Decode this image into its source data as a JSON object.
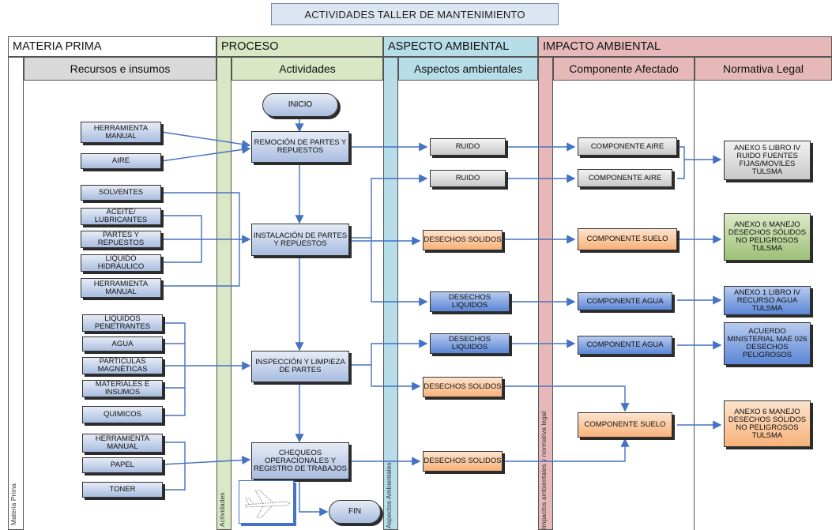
{
  "title": "ACTIVIDADES TALLER DE MANTENIMIENTO",
  "lanes": {
    "materia_prima": "MATERIA PRIMA",
    "proceso": "PROCESO",
    "aspecto": "ASPECTO AMBIENTAL",
    "impacto": "IMPACTO AMBIENTAL"
  },
  "subheaders": {
    "recursos": "Recursos e insumos",
    "actividades": "Actividades",
    "aspectos": "Aspectos ambientales",
    "componente": "Componente Afectado",
    "normativa": "Normativa Legal"
  },
  "vertical_labels": {
    "materia_prima": "Materia Prima",
    "actividades": "Actividades",
    "aspectos": "Aspectos Ambientales",
    "impactos": "Impactos ambientales y normativa legal"
  },
  "resources": [
    "HERRAMIENTA MANUAL",
    "AIRE",
    "SOLVENTES",
    "ACEITE/ LUBRICANTES",
    "PARTES Y REPUESTOS",
    "LIQUIDO HIDRÁULICO",
    "HERRAMIENTA MANUAL",
    "LIQUIDOS PENETRANTES",
    "AGUA",
    "PARTICULAS MAGNÉTICAS",
    "MATERIALES E INSUMOS",
    "QUIMICOS",
    "HERRAMIENTA MANUAL",
    "PAPEL",
    "TONER"
  ],
  "activities": {
    "inicio": "INICIO",
    "a1": "REMOCIÓN DE PARTES Y REPUESTOS",
    "a2": "INSTALACIÓN DE PARTES Y REPUESTOS",
    "a3": "INSPECCIÓN Y LIMPIEZA DE PARTES",
    "a4": "CHEQUEOS OPERACIONALES Y REGISTRO DE TRABAJOS",
    "fin": "FIN"
  },
  "aspects": [
    "RUIDO",
    "RUIDO",
    "DESECHOS SOLIDOS",
    "DESECHOS LIQUIDOS",
    "DESECHOS LIQUIDOS",
    "DESECHOS SOLIDOS",
    "DESECHOS SOLIDOS"
  ],
  "components": [
    "COMPONENTE AIRE",
    "COMPONENTE AIRE",
    "COMPONENTE SUELO",
    "COMPONENTE AGUA",
    "COMPONENTE AGUA",
    "COMPONENTE SUELO"
  ],
  "norms": [
    "ANEXO 5 LIBRO IV RUIDO FUENTES FIJAS/MOVILES TULSMA",
    "ANEXO 6 MANEJO DESECHOS SÓLIDOS NO PELIGROSOS TULSMA",
    "ANEXO 1 LIBRO IV RECURSO AGUA TULSMA",
    "ACUERDO MINISTERIAL MAE 026 DESECHOS PELIGROSOS",
    "ANEXO 6 MANEJO DESECHOS SÓLIDOS NO PELIGROSOS TULSMA"
  ],
  "colors": {
    "lane_materia": "#ffffff",
    "lane_proceso": "#d9e7c4",
    "lane_aspecto": "#b7dde8",
    "lane_impacto": "#e6b9b8",
    "arrow": "#4472c4"
  }
}
